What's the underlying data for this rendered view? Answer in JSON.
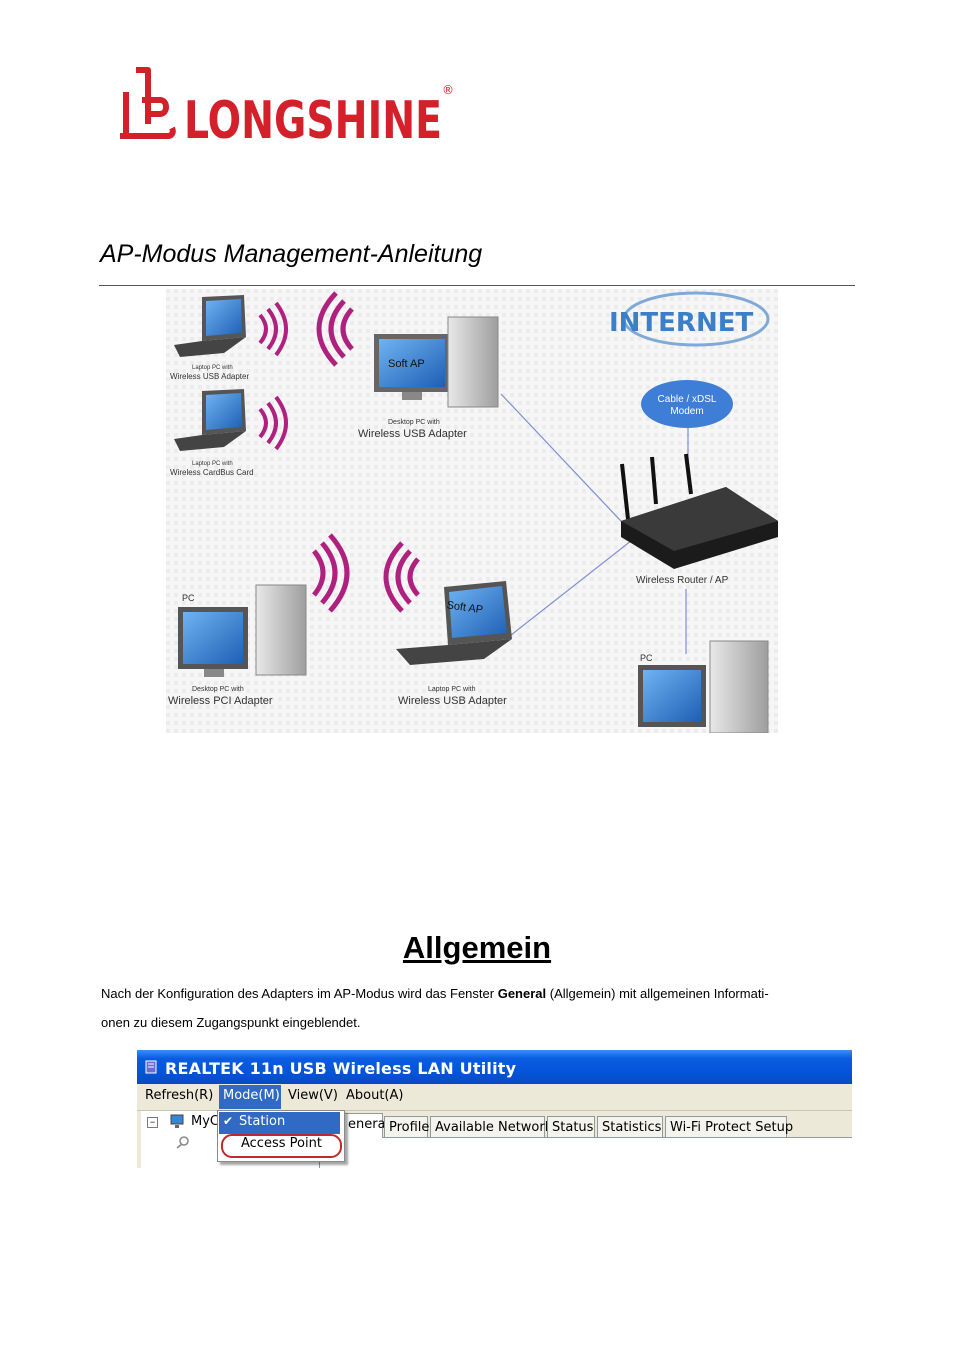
{
  "logo": {
    "brand": "LONGSHINE",
    "mark": "®",
    "color": "#d3202a"
  },
  "document": {
    "title": "AP-Modus Management-Anleitung"
  },
  "diagram": {
    "labels": {
      "laptop_usb_small": "Laptop PC with",
      "laptop_usb_small2": "Wireless USB Adapter",
      "laptop_cardbus_small": "Laptop PC with",
      "laptop_cardbus_small2": "Wireless CardBus Card",
      "desktop_usb_small": "Desktop PC with",
      "desktop_usb": "Wireless USB Adapter",
      "soft_ap": "Soft AP",
      "internet": "INTERNET",
      "modem_line1": "Cable / xDSL",
      "modem_line2": "Modem",
      "router": "Wireless Router / AP",
      "pc_left": "PC",
      "desktop_pci_small": "Desktop PC with",
      "desktop_pci": "Wireless PCI Adapter",
      "laptop_bottom_small": "Laptop PC with",
      "laptop_bottom": "Wireless USB Adapter",
      "pc_right": "PC"
    },
    "colors": {
      "wave": "#b0207e",
      "link": "#7f8fd4",
      "screen": "#3a86d6"
    }
  },
  "section": {
    "title": "Allgemein",
    "para_before": "Nach der Konfiguration des Adapters im AP-Modus wird das Fenster ",
    "para_bold": "General",
    "para_after": " (Allgemein) mit allgemeinen Informati-",
    "para_line2": "onen zu diesem Zugangspunkt eingeblendet."
  },
  "utility": {
    "title": "REALTEK 11n USB Wireless LAN Utility",
    "menu": [
      "Refresh(R)",
      "Mode(M)",
      "View(V)",
      "About(A)"
    ],
    "tree_label": "MyC",
    "dropdown": {
      "station": "Station",
      "access_point": "Access Point"
    },
    "tabs": [
      "eneral",
      "Profile",
      "Available Network",
      "Status",
      "Statistics",
      "Wi-Fi Protect Setup"
    ]
  }
}
